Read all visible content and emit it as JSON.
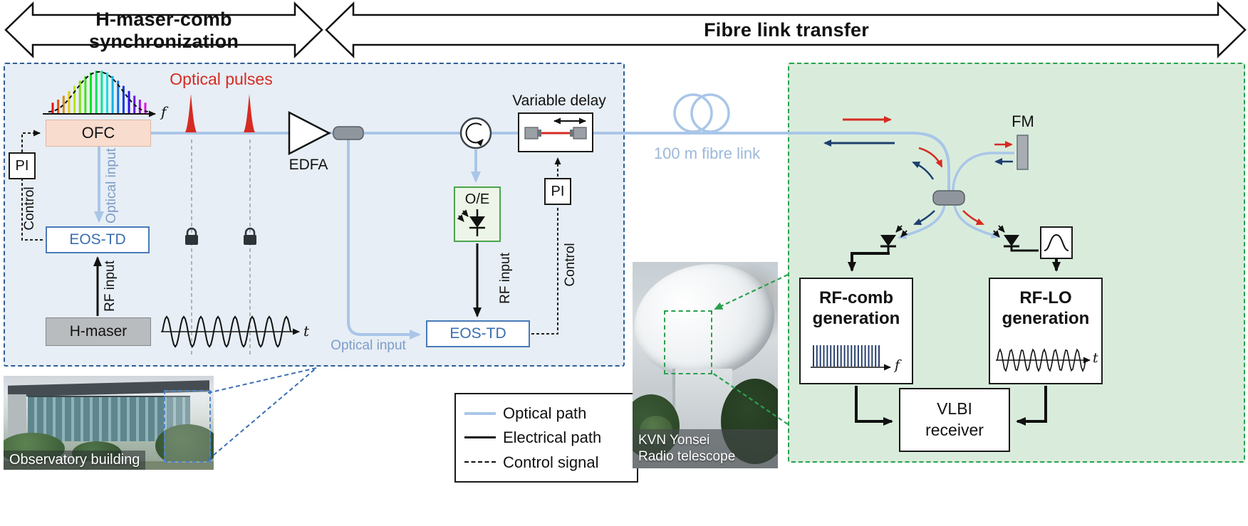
{
  "figure": {
    "title_arrows": {
      "left": "H-maser-comb synchronization",
      "right": "Fibre link transfer"
    },
    "local_site": {
      "ofc_label": "OFC",
      "pi_label": "PI",
      "control_label": "Control",
      "eos_td_label": "EOS-TD",
      "optical_input_label": "Optical input",
      "rf_input_label": "RF input",
      "h_maser_label": "H-maser",
      "optical_pulses_label": "Optical pulses",
      "edfa_label": "EDFA",
      "oe_label": "O/E",
      "variable_delay_label": "Variable delay",
      "f_axis_label": "f",
      "t_axis_label": "t"
    },
    "fibre": {
      "link_label": "100 m fibre link"
    },
    "remote_site": {
      "fm_label": "FM",
      "rf_comb_label": "RF-comb generation",
      "rf_lo_label": "RF-LO generation",
      "vlbi_label": "VLBI receiver",
      "f_axis_label": "f",
      "t_axis_label": "t"
    },
    "legend": {
      "optical": "Optical path",
      "electrical": "Electrical path",
      "control": "Control signal"
    },
    "photos": {
      "observatory_caption": "Observatory building",
      "kvn_caption_line1": "KVN Yonsei",
      "kvn_caption_line2": "Radio telescope"
    },
    "colors": {
      "optical_path": "#a9c6e8",
      "electrical_path": "#111111",
      "pulse_red": "#d62b22",
      "return_navy": "#1d3f6e",
      "local_panel_border": "#2e5e96",
      "remote_panel_border": "#27a24c"
    }
  }
}
